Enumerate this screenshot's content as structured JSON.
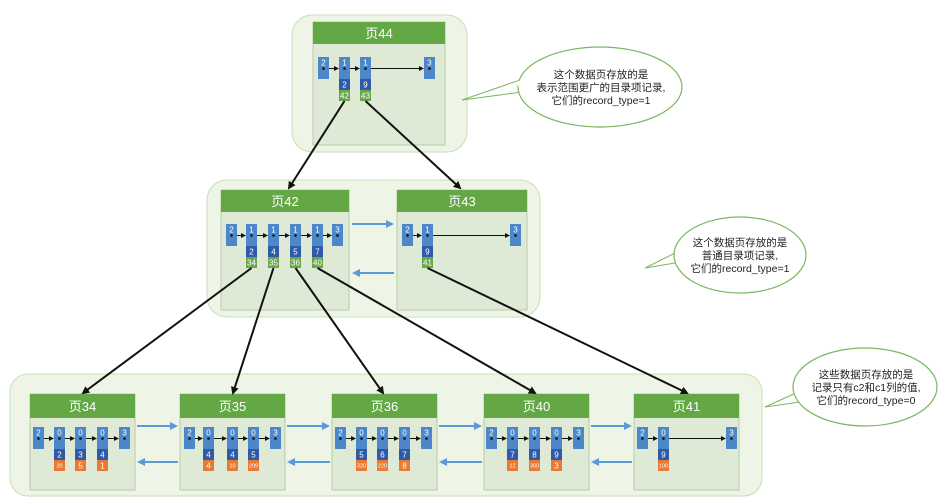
{
  "pages": {
    "p44": {
      "title": "页44",
      "types": [
        "2",
        "1",
        "1",
        "3"
      ],
      "keys": [
        "2",
        "9"
      ],
      "refs": [
        "42",
        "43"
      ]
    },
    "p42": {
      "title": "页42",
      "types": [
        "2",
        "1",
        "1",
        "1",
        "1",
        "3"
      ],
      "keys": [
        "2",
        "4",
        "5",
        "7"
      ],
      "refs": [
        "34",
        "35",
        "36",
        "40"
      ]
    },
    "p43": {
      "title": "页43",
      "types": [
        "2",
        "1",
        "3"
      ],
      "keys": [
        "9"
      ],
      "refs": [
        "41"
      ]
    },
    "p34": {
      "title": "页34",
      "types": [
        "2",
        "0",
        "0",
        "0",
        "3"
      ],
      "keys": [
        "2",
        "3",
        "4"
      ],
      "vals": [
        "20",
        "5",
        "1"
      ]
    },
    "p35": {
      "title": "页35",
      "types": [
        "2",
        "0",
        "0",
        "0",
        "3"
      ],
      "keys": [
        "4",
        "4",
        "5"
      ],
      "vals": [
        "4",
        "10",
        "209"
      ]
    },
    "p36": {
      "title": "页36",
      "types": [
        "2",
        "0",
        "0",
        "0",
        "3"
      ],
      "keys": [
        "5",
        "6",
        "7"
      ],
      "vals": [
        "320",
        "220",
        "8"
      ]
    },
    "p40": {
      "title": "页40",
      "types": [
        "2",
        "0",
        "0",
        "0",
        "3"
      ],
      "keys": [
        "7",
        "8",
        "9"
      ],
      "vals": [
        "12",
        "300",
        "3"
      ]
    },
    "p41": {
      "title": "页41",
      "types": [
        "2",
        "0",
        "3"
      ],
      "keys": [
        "9"
      ],
      "vals": [
        "100"
      ]
    }
  },
  "notes": {
    "top": [
      "这个数据页存放的是",
      "表示范围更广的目录项记录,",
      "它们的record_type=1"
    ],
    "mid": [
      "这个数据页存放的是",
      "普通目录项记录,",
      "它们的record_type=1"
    ],
    "bottom": [
      "这些数据页存放的是",
      "记录只有c2和c1列的值,",
      "它们的record_type=0"
    ]
  },
  "colors": {
    "group_fill": "#eef5e6",
    "group_stroke": "#c9deb6",
    "page_fill": "#dfead6",
    "page_stroke": "#b7cca6",
    "header": "#63a845",
    "blue_cell": "#4c88c9",
    "dark_blue": "#2f5aa8",
    "green_cell": "#6aa64a",
    "orange_cell": "#e77a35",
    "arrow_blue": "#5b9bd5"
  }
}
